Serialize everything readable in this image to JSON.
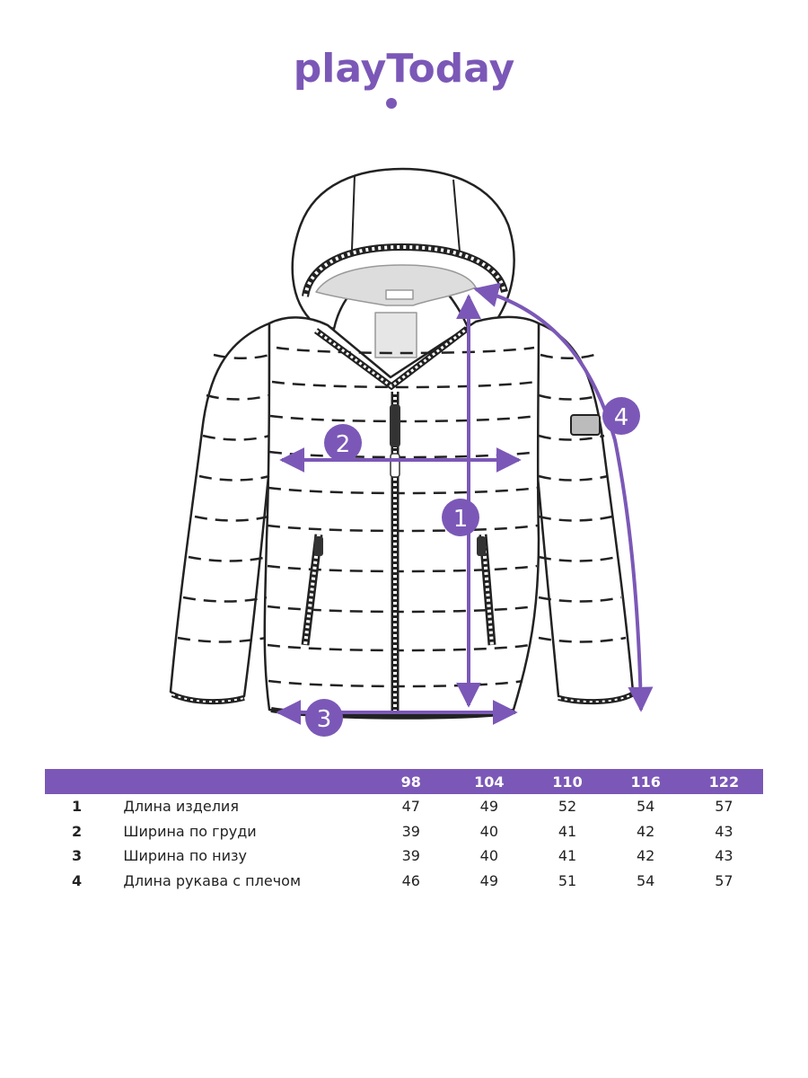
{
  "brand": {
    "logo_text": "playToday",
    "color": "#7b58b7"
  },
  "diagram": {
    "markers": [
      {
        "id": "1",
        "label": "1"
      },
      {
        "id": "2",
        "label": "2"
      },
      {
        "id": "3",
        "label": "3"
      },
      {
        "id": "4",
        "label": "4"
      }
    ],
    "accent_color": "#7b58b7"
  },
  "size_table": {
    "header_color": "#7b58b7",
    "sizes": [
      "98",
      "104",
      "110",
      "116",
      "122"
    ],
    "rows": [
      {
        "num": "1",
        "label": "Длина изделия",
        "values": [
          "47",
          "49",
          "52",
          "54",
          "57"
        ]
      },
      {
        "num": "2",
        "label": "Ширина по груди",
        "values": [
          "39",
          "40",
          "41",
          "42",
          "43"
        ]
      },
      {
        "num": "3",
        "label": "Ширина по низу",
        "values": [
          "39",
          "40",
          "41",
          "42",
          "43"
        ]
      },
      {
        "num": "4",
        "label": "Длина рукава с плечом",
        "values": [
          "46",
          "49",
          "51",
          "54",
          "57"
        ]
      }
    ]
  }
}
